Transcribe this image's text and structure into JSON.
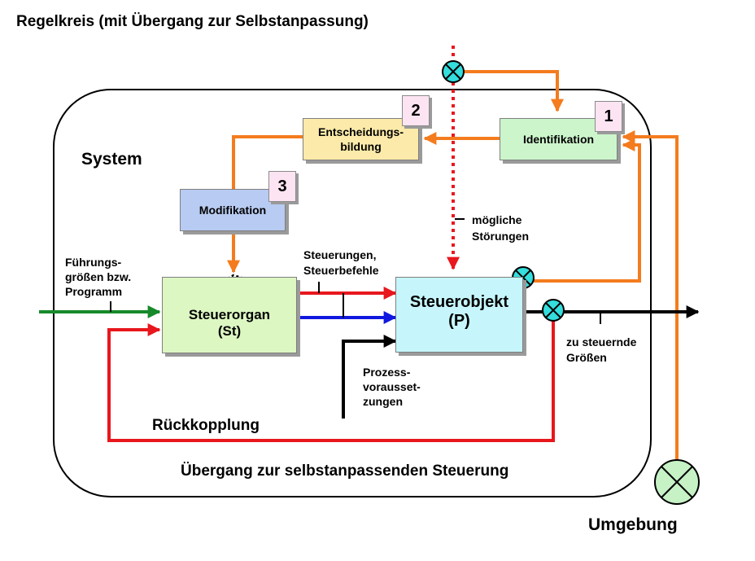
{
  "title": "Regelkreis (mit Übergang zur Selbstanpassung)",
  "system_label": "System",
  "environment_label": "Umgebung",
  "blocks": {
    "identifikation": "Identifikation",
    "entscheidung_line1": "Entscheidungs-",
    "entscheidung_line2": "bildung",
    "modifikation": "Modifikation",
    "steuerorgan_line1": "Steuerorgan",
    "steuerorgan_line2": "(St)",
    "steuerobjekt_line1": "Steuerobjekt",
    "steuerobjekt_line2": "(P)"
  },
  "step_numbers": {
    "identifikation": "1",
    "entscheidung": "2",
    "modifikation": "3"
  },
  "annotations": {
    "stoerungen_line1": "mögliche",
    "stoerungen_line2": "Störungen",
    "steuerungen_line1": "Steuerungen,",
    "steuerungen_line2": "Steuerbefehle",
    "fuehrung_line1": "Führungs-",
    "fuehrung_line2": "größen bzw.",
    "fuehrung_line3": "Programm",
    "prozess_line1": "Prozess-",
    "prozess_line2": "vorausset-",
    "prozess_line3": "zungen",
    "zu_steuernde_line1": "zu steuernde",
    "zu_steuernde_line2": "Größen",
    "rueckkopplung": "Rückkopplung",
    "uebergang": "Übergang zur selbstanpassenden Steuerung"
  },
  "colors": {
    "feedback_red": "#e8171d",
    "signal_blue": "#1018e0",
    "input_green": "#168a2a",
    "adaptation_orange": "#f47c1e",
    "identifikation_fill": "#ccf5cc",
    "entscheidung_fill": "#fbeaa9",
    "modifikation_fill": "#b8cbf2",
    "steuerorgan_fill": "#dcf7c2",
    "steuerobjekt_fill": "#c6f6fb",
    "sensor_cyan": "#33dedd",
    "environment_green": "#c6f2c6"
  }
}
